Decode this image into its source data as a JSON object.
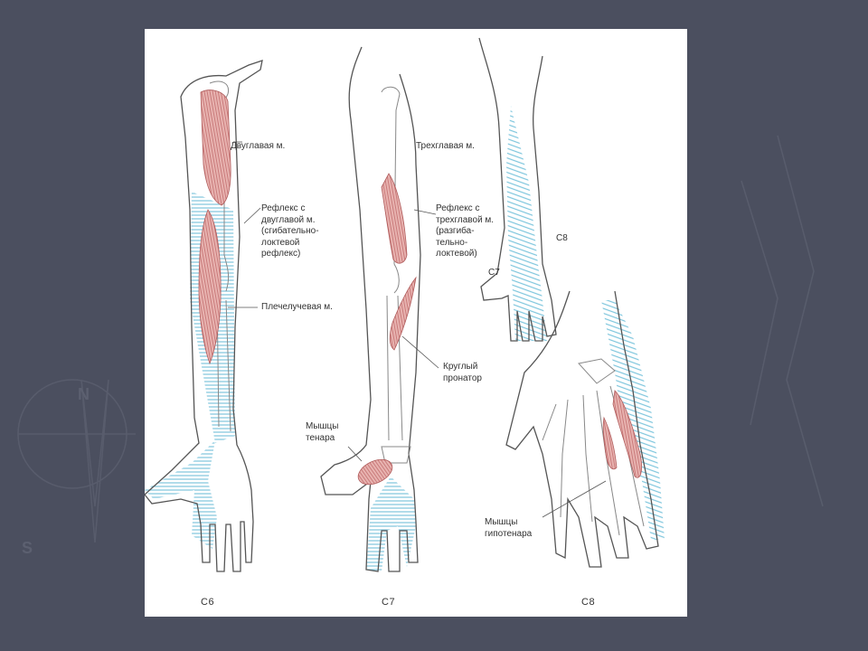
{
  "labels": {
    "biceps": "Двуглавая м.",
    "biceps_reflex": "Рефлекс с\nдвуглавой м.\n(сгибательно-\nлоктевой\nрефлекс)",
    "brachioradialis": "Плечелучевая м.",
    "thenar": "Мышцы\nтенара",
    "triceps": "Трехглавая м.",
    "triceps_reflex": "Рефлекс с\nтрехглавой м.\n(разгиба-\nтельно-\nлоктевой)",
    "pronator": "Круглый\nпронатор",
    "c7_mark": "С7",
    "c8_mark": "С8",
    "hypothenar": "Мышцы\nгипотенара"
  },
  "captions": {
    "c6": "С6",
    "c7": "С7",
    "c8": "С8"
  },
  "colors": {
    "slide_bg": "#4b4f5f",
    "dermatome": "#7ec6dd",
    "muscle": "#d98c8c",
    "outline": "#555555"
  }
}
